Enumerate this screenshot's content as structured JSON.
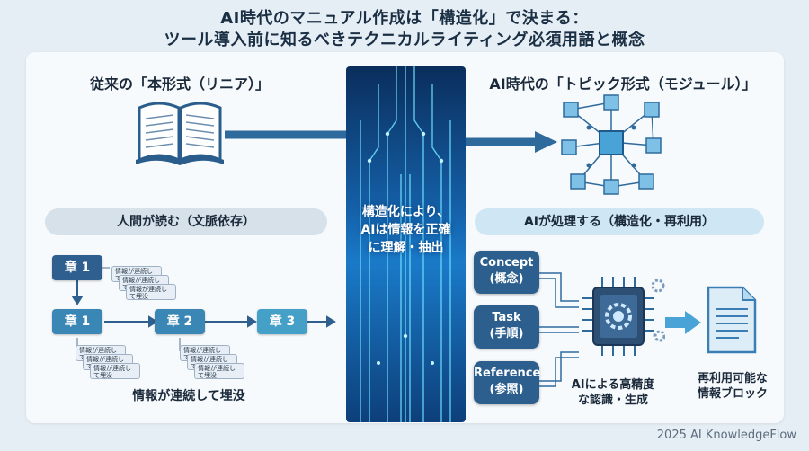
{
  "title_line1": "AI時代のマニュアル作成は「構造化」で決まる：",
  "title_line2": "ツール導入前に知るべきテクニカルライティング必須用語と概念",
  "left": {
    "heading": "従来の「本形式（リニア）」",
    "pill": "人間が読む（文脈依存）",
    "chapters": [
      "章 1",
      "章 1",
      "章 2",
      "章 3"
    ],
    "card_text": "情報が連続して埋没",
    "caption": "情報が連続して埋没"
  },
  "center": {
    "line1": "構造化により、",
    "line2": "AIは情報を正確",
    "line3": "に理解・抽出"
  },
  "right": {
    "heading": "AI時代の「トピック形式（モジュール）」",
    "pill": "AIが処理する（構造化・再利用）",
    "types": [
      {
        "en": "Concept",
        "ja": "(概念)"
      },
      {
        "en": "Task",
        "ja": "(手順)"
      },
      {
        "en": "Reference",
        "ja": "(参照)"
      }
    ],
    "ai_caption_1": "AIによる高精度",
    "ai_caption_2": "な認識・生成",
    "output_caption_1": "再利用可能な",
    "output_caption_2": "情報ブロック"
  },
  "credit": "2025 AI KnowledgeFlow",
  "colors": {
    "accent": "#1f6fb2",
    "chapter_dark": "#2f5f8e",
    "chapter_mid": "#3a86b4",
    "chapter_light": "#45a0c8",
    "center_glow": "#4fd2ff"
  }
}
